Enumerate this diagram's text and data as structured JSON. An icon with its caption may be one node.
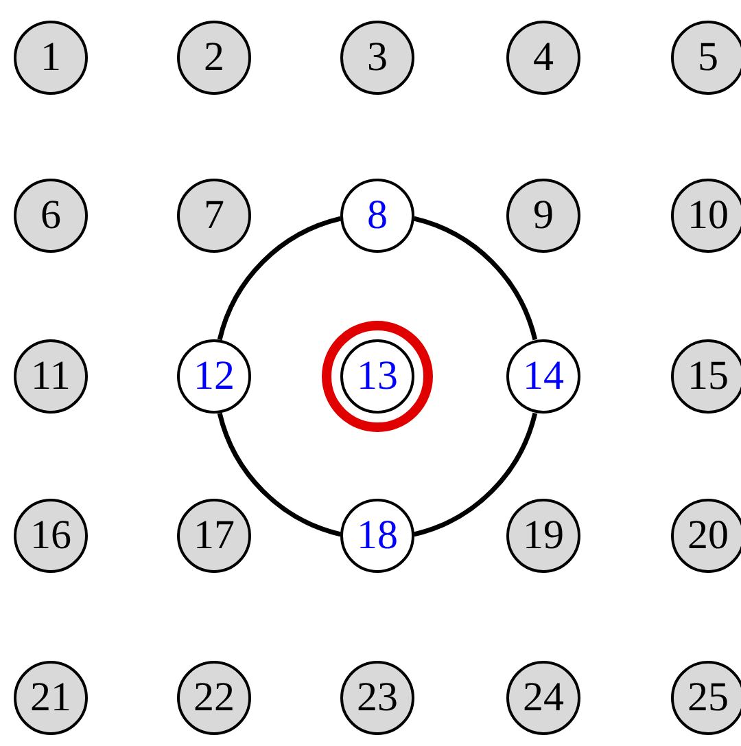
{
  "diagram": {
    "nodes": [
      {
        "text": [
          "1"
        ]
      },
      {
        "text": [
          "2"
        ]
      },
      {
        "text": [
          "3"
        ]
      },
      {
        "text": [
          "4"
        ]
      },
      {
        "text": [
          "5"
        ]
      },
      {
        "text": [
          "6"
        ]
      },
      {
        "text": [
          "7"
        ]
      },
      {
        "text": [
          "8"
        ]
      },
      {
        "text": [
          "9"
        ]
      },
      {
        "text": [
          "10"
        ]
      },
      {
        "text": [
          "11"
        ]
      },
      {
        "text": [
          "12"
        ]
      },
      {
        "text": [
          "13"
        ]
      },
      {
        "text": [
          "14"
        ]
      },
      {
        "text": [
          "15"
        ]
      },
      {
        "text": [
          "16"
        ]
      },
      {
        "text": [
          "17"
        ]
      },
      {
        "text": [
          "18"
        ]
      },
      {
        "text": [
          "19"
        ]
      },
      {
        "text": [
          "20"
        ]
      },
      {
        "text": [
          "21"
        ]
      },
      {
        "text": [
          "22"
        ]
      },
      {
        "text": [
          "23"
        ]
      },
      {
        "text": [
          "24"
        ]
      },
      {
        "text": [
          "25"
        ]
      }
    ],
    "edges": [
      {
        "from": 7,
        "to": 13,
        "arrow": "none"
      },
      {
        "from": 13,
        "to": 17,
        "arrow": "none"
      },
      {
        "from": 17,
        "to": 11,
        "arrow": "none"
      },
      {
        "from": 11,
        "to": 7,
        "arrow": "none"
      }
    ]
  }
}
